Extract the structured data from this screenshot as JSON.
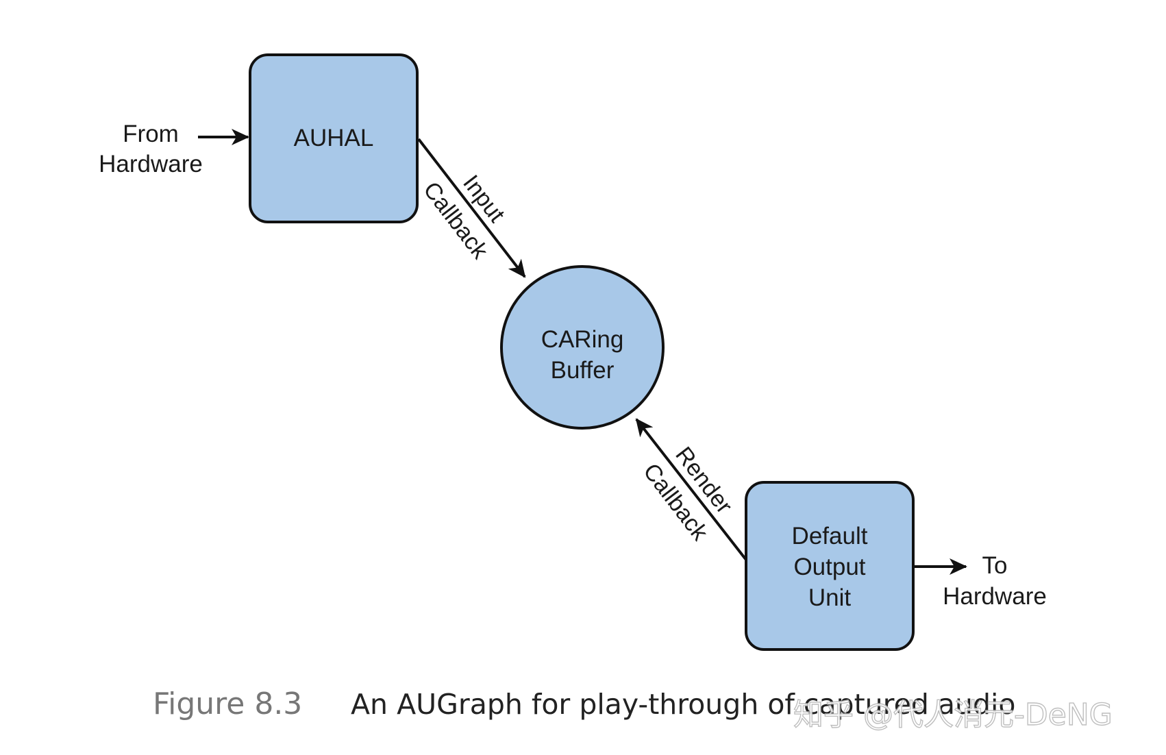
{
  "nodes": {
    "auhal": {
      "label": "AUHAL"
    },
    "ringbuffer": {
      "line1": "CARing",
      "line2": "Buffer"
    },
    "output_unit": {
      "line1": "Default",
      "line2": "Output",
      "line3": "Unit"
    }
  },
  "edges": {
    "from_hardware": {
      "line1": "From",
      "line2": "Hardware"
    },
    "to_hardware": {
      "line1": "To",
      "line2": "Hardware"
    },
    "input_callback": {
      "line1": "Input",
      "line2": "Callback"
    },
    "render_callback": {
      "line1": "Render",
      "line2": "Callback"
    }
  },
  "caption": {
    "label": "Figure 8.3",
    "text": "An AUGraph for play-through of captured audio"
  },
  "watermark": {
    "text": "知乎 @代人消元-DeNG"
  },
  "colors": {
    "node_fill": "#a8c8e8",
    "stroke": "#111111",
    "caption_label": "#777777"
  }
}
